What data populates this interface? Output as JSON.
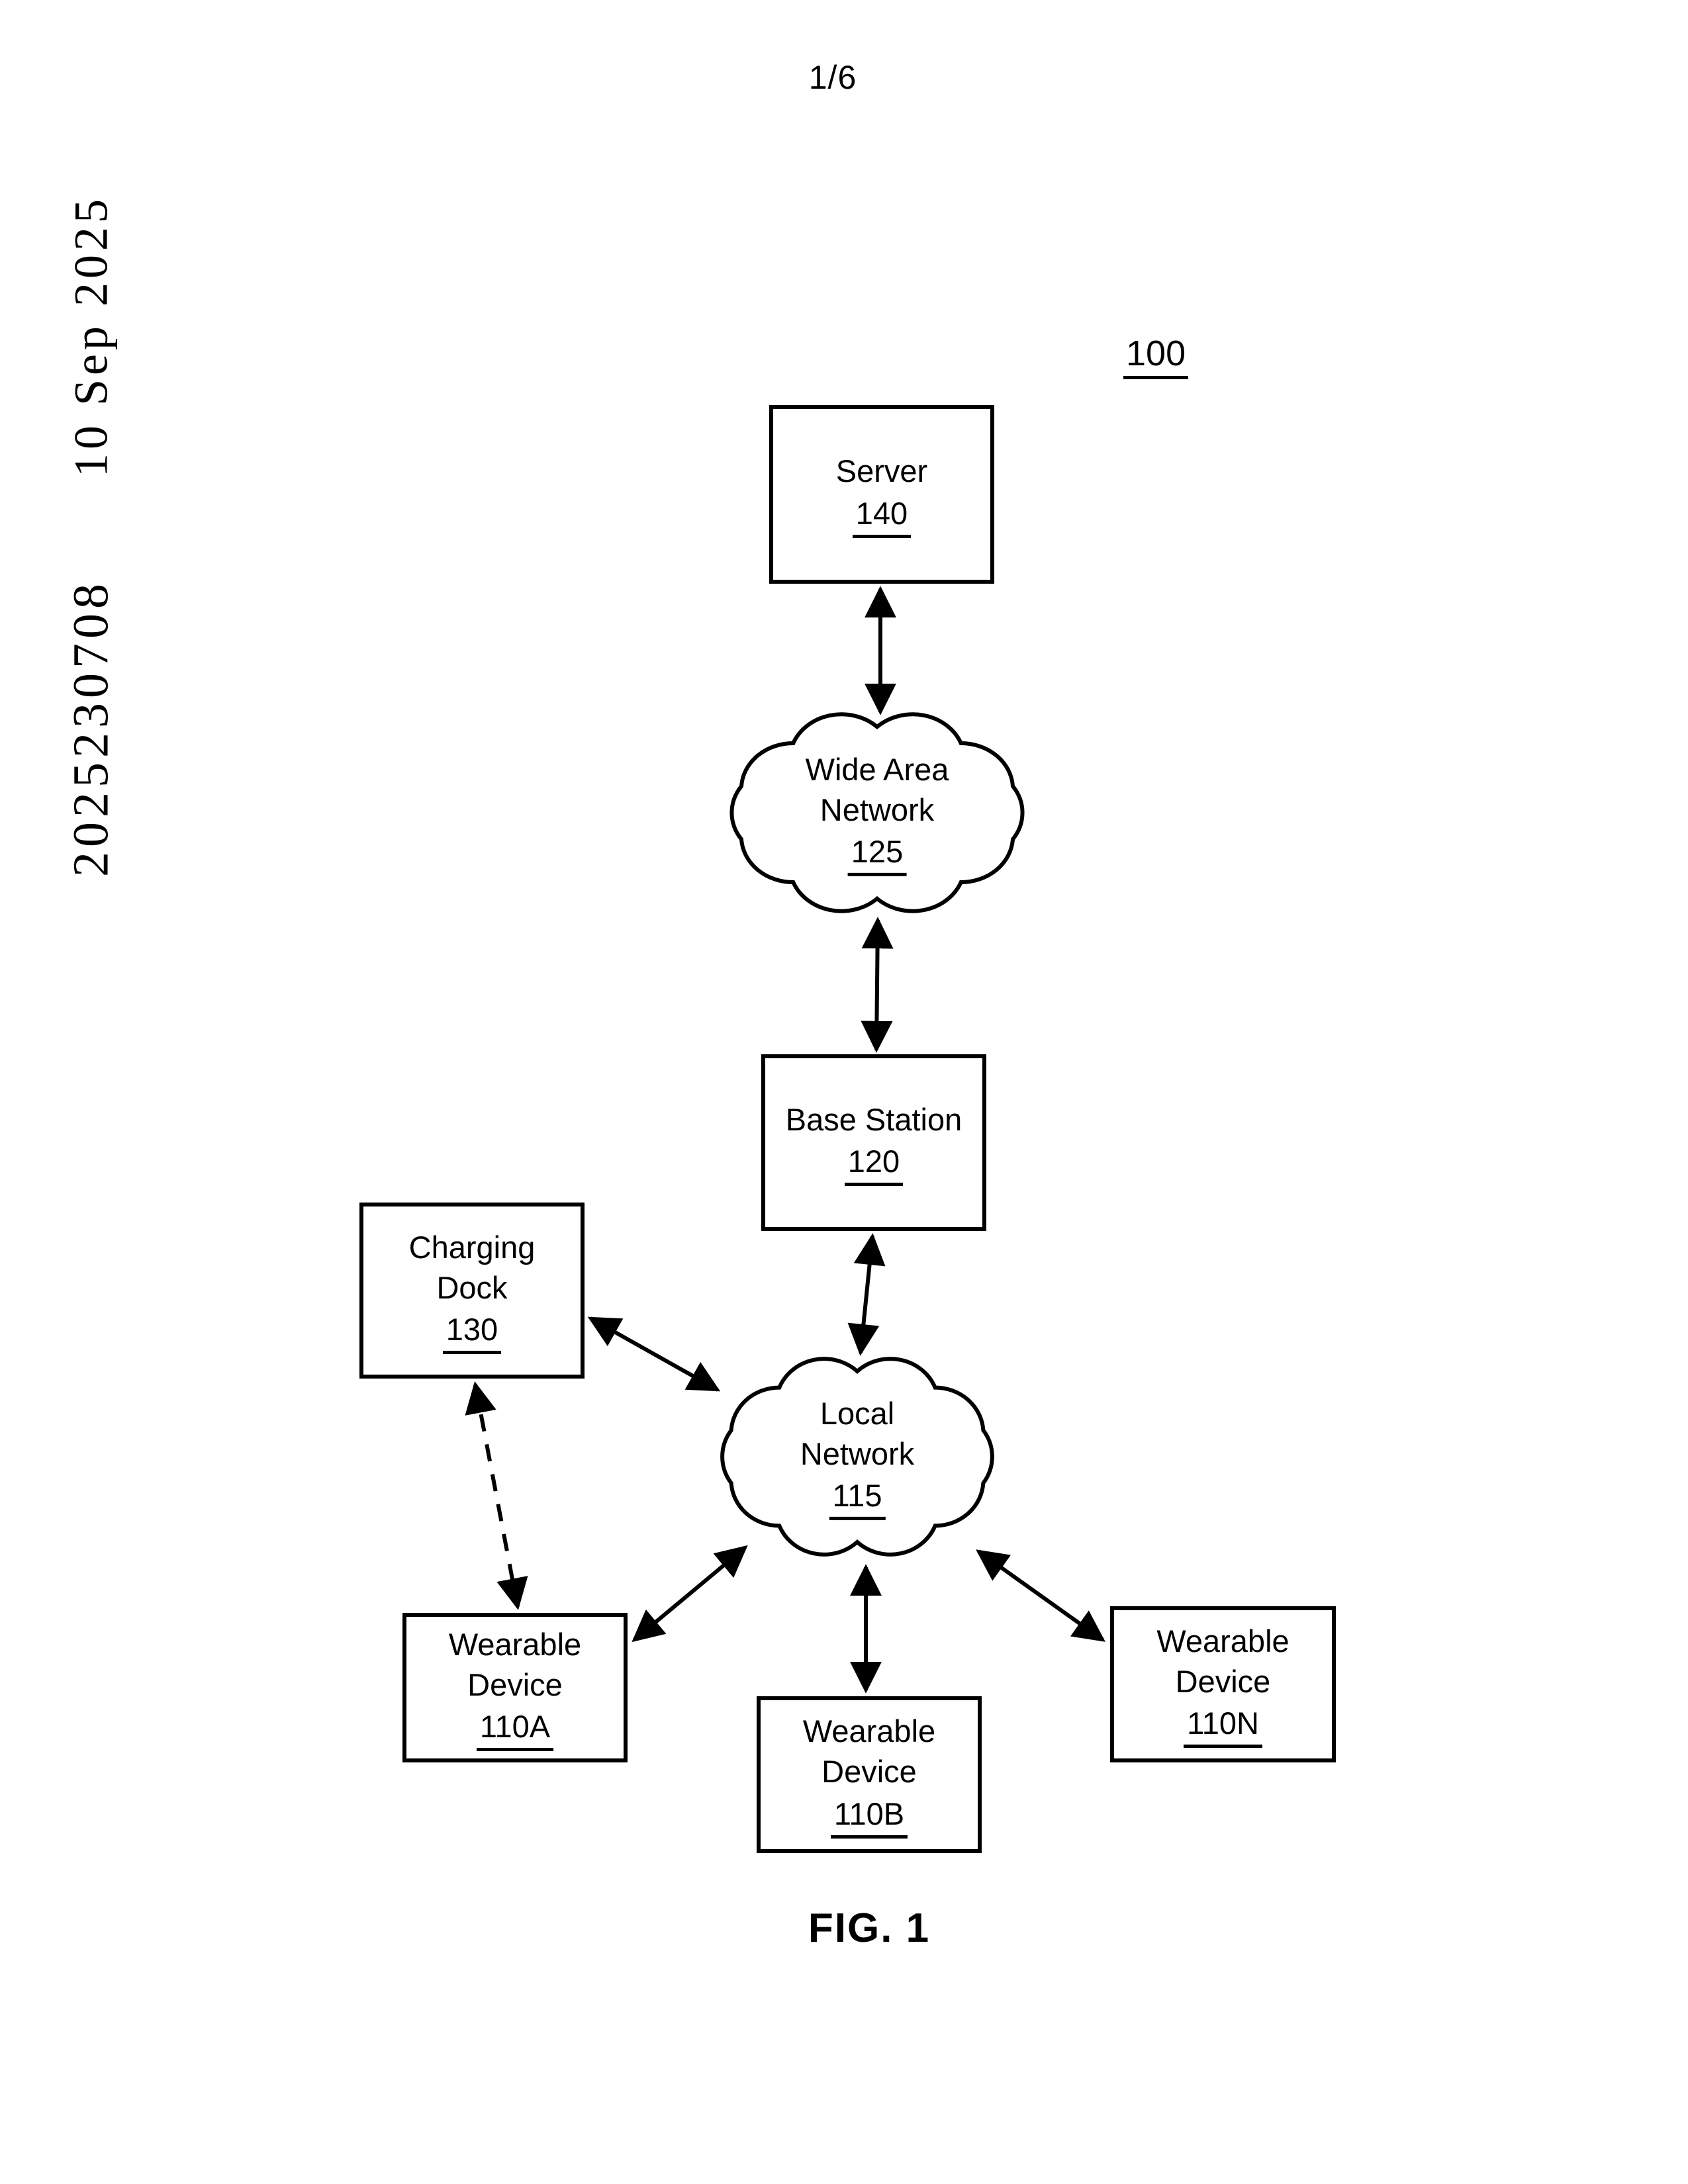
{
  "page": {
    "sheet_label": "1/6",
    "fig_label": "FIG. 1",
    "diagram_reference": "100",
    "sidebar_date": "10 Sep 2025",
    "sidebar_publication_number": "2025230708"
  },
  "nodes": {
    "server": {
      "lines": [
        "Server"
      ],
      "ref": "140"
    },
    "wan": {
      "lines": [
        "Wide Area",
        "Network"
      ],
      "ref": "125"
    },
    "base_station": {
      "lines": [
        "Base Station"
      ],
      "ref": "120"
    },
    "charging_dock": {
      "lines": [
        "Charging",
        "Dock"
      ],
      "ref": "130"
    },
    "local_network": {
      "lines": [
        "Local",
        "Network"
      ],
      "ref": "115"
    },
    "wearable_a": {
      "lines": [
        "Wearable",
        "Device"
      ],
      "ref": "110A"
    },
    "wearable_b": {
      "lines": [
        "Wearable",
        "Device"
      ],
      "ref": "110B"
    },
    "wearable_n": {
      "lines": [
        "Wearable",
        "Device"
      ],
      "ref": "110N"
    }
  },
  "edges": [
    {
      "from": "server",
      "to": "wan",
      "style": "solid",
      "arrowheads": "both"
    },
    {
      "from": "wan",
      "to": "base_station",
      "style": "solid",
      "arrowheads": "both"
    },
    {
      "from": "base_station",
      "to": "local_network",
      "style": "solid",
      "arrowheads": "both"
    },
    {
      "from": "charging_dock",
      "to": "local_network",
      "style": "solid",
      "arrowheads": "both"
    },
    {
      "from": "charging_dock",
      "to": "wearable_a",
      "style": "dashed",
      "arrowheads": "both"
    },
    {
      "from": "local_network",
      "to": "wearable_a",
      "style": "solid",
      "arrowheads": "both"
    },
    {
      "from": "local_network",
      "to": "wearable_b",
      "style": "solid",
      "arrowheads": "both"
    },
    {
      "from": "local_network",
      "to": "wearable_n",
      "style": "solid",
      "arrowheads": "both"
    }
  ],
  "colors": {
    "ink": "#000000",
    "paper": "#ffffff"
  }
}
